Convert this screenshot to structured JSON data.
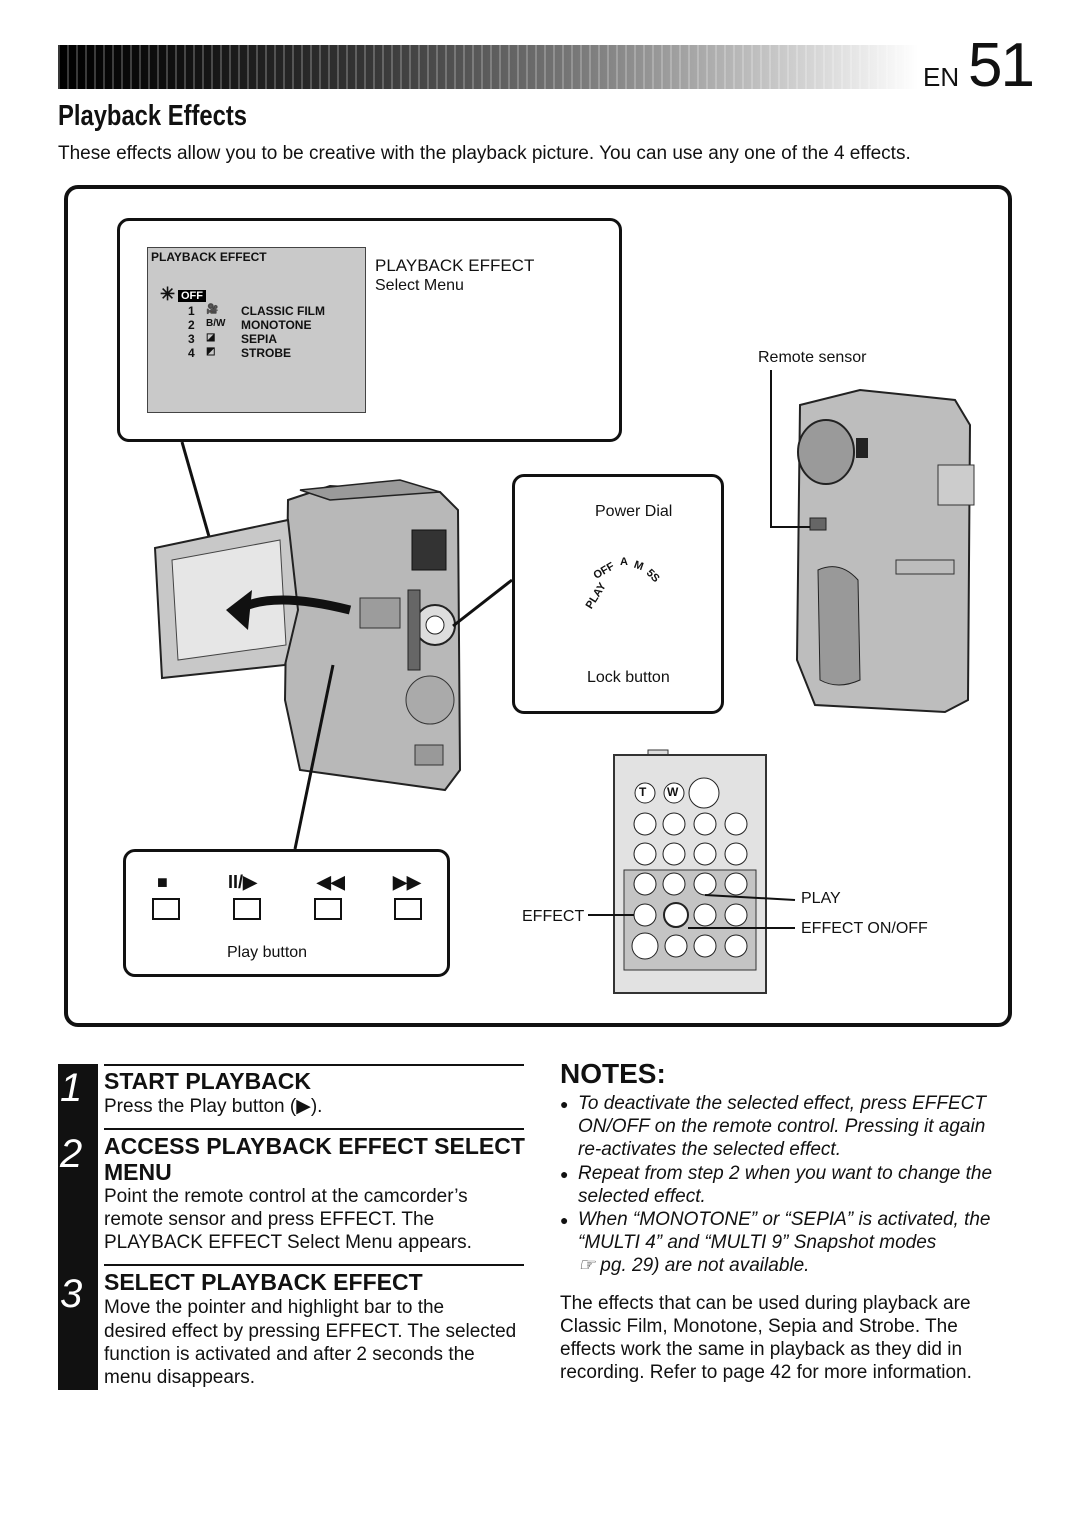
{
  "header": {
    "lang": "EN",
    "page_number": "51"
  },
  "title": "Playback Effects",
  "intro": "These effects allow you to be creative with the playback picture. You can use any one of the 4 effects.",
  "figure": {
    "osd": {
      "title": "PLAYBACK EFFECT",
      "off_label": "OFF",
      "items": [
        {
          "num": "1",
          "icon": "🎥",
          "label": "CLASSIC FILM"
        },
        {
          "num": "2",
          "icon": "B/W",
          "label": "MONOTONE"
        },
        {
          "num": "3",
          "icon": "◪",
          "label": "SEPIA"
        },
        {
          "num": "4",
          "icon": "◩",
          "label": "STROBE"
        }
      ]
    },
    "menu_caption_1": "PLAYBACK EFFECT",
    "menu_caption_2": "Select Menu",
    "remote_sensor": "Remote sensor",
    "power_dial": "Power Dial",
    "lock_button": "Lock button",
    "play_button": "Play button",
    "play_symbols": [
      "■",
      "II/▶",
      "◀◀",
      "▶▶"
    ],
    "remote": {
      "t": "T",
      "w": "W"
    },
    "effect_label": "EFFECT",
    "play_label": "PLAY",
    "effect_onoff_label": "EFFECT ON/OFF",
    "dial_labels": {
      "play": "PLAY",
      "off": "OFF",
      "a": "A",
      "m": "M",
      "5s": "5S"
    }
  },
  "steps": [
    {
      "num": "1",
      "heading": "START PLAYBACK",
      "body": "Press the Play button (▶)."
    },
    {
      "num": "2",
      "heading_1": "ACCESS PLAYBACK EFFECT SELECT",
      "heading_2": "MENU",
      "body_1": "Point the remote control at the camcorder’s",
      "body_2": "remote sensor and press EFFECT. The",
      "body_3": "PLAYBACK EFFECT Select Menu appears."
    },
    {
      "num": "3",
      "heading": "SELECT PLAYBACK EFFECT",
      "body_1": "Move the pointer and highlight bar to the",
      "body_2": "desired effect by pressing EFFECT. The selected",
      "body_3": "function is activated and after 2 seconds the",
      "body_4": "menu disappears."
    }
  ],
  "notes": {
    "heading": "NOTES:",
    "n1": [
      "To deactivate the selected effect, press EFFECT",
      "ON/OFF on the remote control. Pressing it again",
      "re-activates the selected effect."
    ],
    "n2": [
      "Repeat from step 2 when you want to change the",
      "selected effect."
    ],
    "n3": [
      "When “MONOTONE” or “SEPIA” is activated, the",
      "“MULTI 4” and “MULTI 9” Snapshot modes",
      "☞ pg. 29) are not available."
    ],
    "para": [
      "The effects that can be used during playback are",
      "Classic Film, Monotone, Sepia and Strobe. The",
      "effects work the same in playback as they did in",
      "recording. Refer to page 42 for more information."
    ]
  }
}
